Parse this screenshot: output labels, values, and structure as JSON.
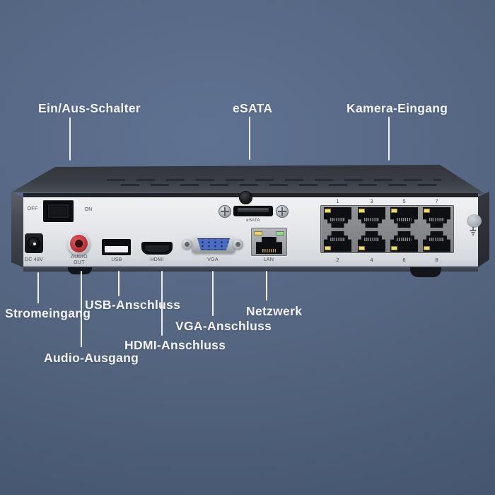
{
  "annotations": {
    "power_switch": {
      "label": "Ein/Aus-Schalter"
    },
    "esata": {
      "label": "eSATA"
    },
    "camera_input": {
      "label": "Kamera-Eingang"
    },
    "power_input": {
      "label": "Stromeingang"
    },
    "usb": {
      "label": "USB-Anschluss"
    },
    "audio_output": {
      "label": "Audio-Ausgang"
    },
    "hdmi": {
      "label": "HDMI-Anschluss"
    },
    "vga": {
      "label": "VGA-Anschluss"
    },
    "network": {
      "label": "Netzwerk"
    }
  },
  "device": {
    "power_switch": {
      "off_label": "OFF",
      "on_label": "ON"
    },
    "dc_label": "DC 48V",
    "audio_label_line1": "AUDIO",
    "audio_label_line2": "OUT",
    "usb_label": "USB",
    "hdmi_label": "HDMI",
    "vga_label": "VGA",
    "lan_label": "LAN",
    "esata_label": "eSATA",
    "poe": {
      "top": [
        "1",
        "3",
        "5",
        "7"
      ],
      "bottom": [
        "2",
        "4",
        "6",
        "8"
      ]
    }
  },
  "colors": {
    "background_center": "#5f7292",
    "background_edge": "#43536c",
    "rear_panel": "#e3e5e8",
    "chassis": "#3a3d44",
    "annotation_text": "#f3f5f8",
    "led_yellow": "#eee063",
    "led_green": "#93d98b",
    "rca_red": "#c0343c",
    "vga_blue": "#4a6cc2"
  }
}
